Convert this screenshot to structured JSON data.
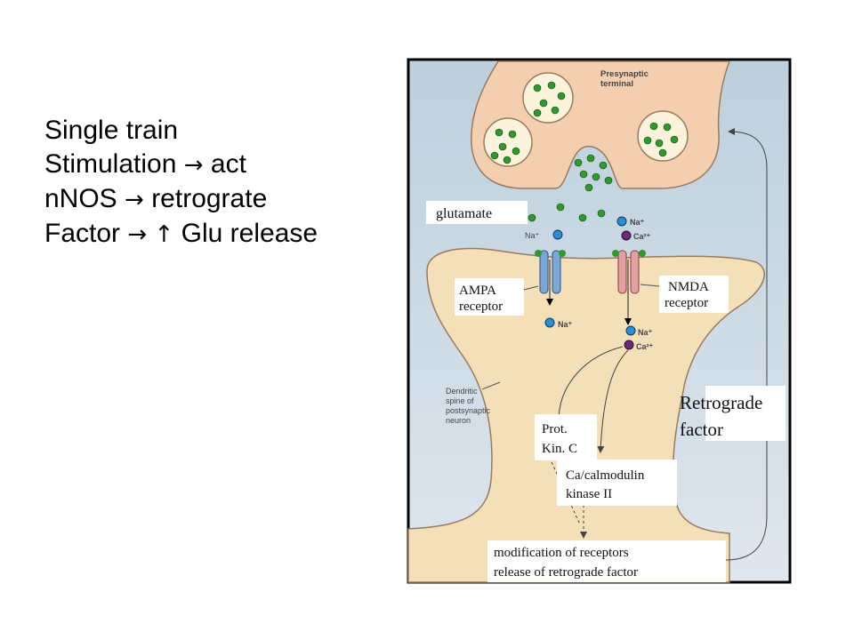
{
  "notes": {
    "line1": "Single train",
    "line2_a": "Stimulation",
    "line2_arrow": "→",
    "line2_b": "act",
    "line3_a": "nNOS",
    "line3_arrow": "→",
    "line3_b": "retrograte",
    "line4_a": "Factor",
    "line4_arrow": "→",
    "line4_up": "↑",
    "line4_b": "Glu release"
  },
  "figure": {
    "presynaptic_line1": "Presynaptic",
    "presynaptic_line2": "terminal",
    "glutamate": "glutamate",
    "na_left": "Na⁺",
    "na_right_top": "Na⁺",
    "ca_right_top": "Ca²⁺",
    "ampa_line1": "AMPA",
    "ampa_line2": "receptor",
    "nmda_line1": "NMDA",
    "nmda_line2": "receptor",
    "na_ampa_in": "Na⁺",
    "na_nmda_in": "Na⁺",
    "ca_nmda_in": "Ca²⁺",
    "dendritic_line1": "Dendritic",
    "dendritic_line2": "spine of",
    "dendritic_line3": "postsynaptic",
    "dendritic_line4": "neuron",
    "retro_line1": "Retrograde",
    "retro_line2": "factor",
    "pkc_line1": "Prot.",
    "pkc_line2": "Kin. C",
    "camk_line1": "Ca/calmodulin",
    "camk_line2": "kinase II",
    "mod_line1": "modification of receptors",
    "mod_line2": "release of retrograde factor"
  },
  "colors": {
    "background": "#c8d8e0",
    "terminal": "#f3cfb0",
    "spine": "#f3e0b8",
    "vesicle_dot": "#2e9a2e",
    "na_ion": "#2a8fd0",
    "ca_ion": "#6a2a7a",
    "ampa_channel": "#7ba7d8",
    "nmda_channel": "#e3a0a0"
  }
}
